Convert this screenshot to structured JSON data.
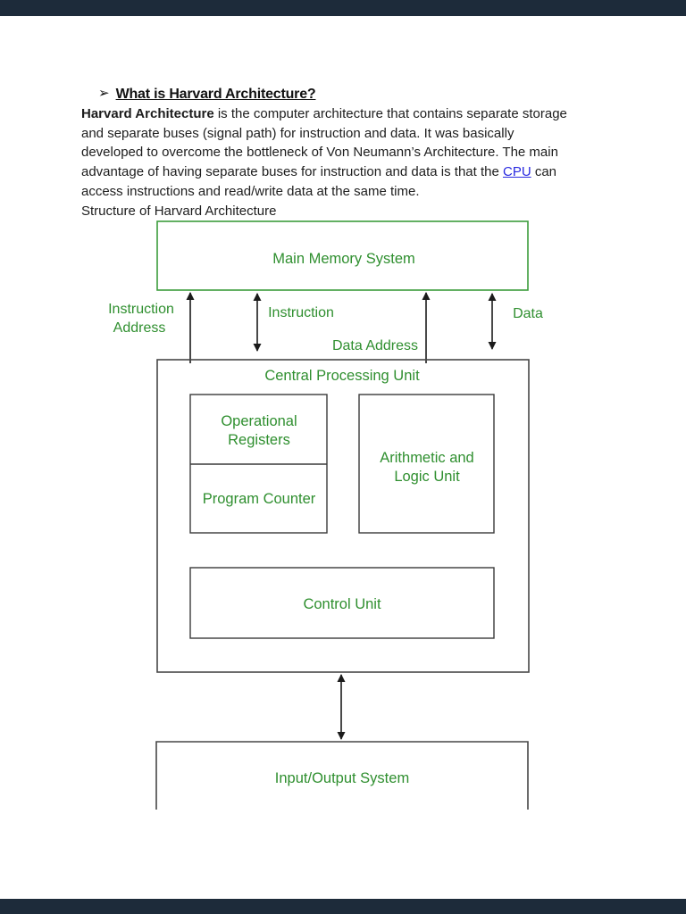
{
  "article": {
    "heading": {
      "bullet": "➢",
      "text": "What is Harvard Architecture?"
    },
    "lines": [
      {
        "bold": "Harvard Architecture",
        "rest": " is the computer architecture that contains separate storage"
      },
      {
        "text": "and separate buses (signal path) for instruction and data. It was basically"
      },
      {
        "text": "developed to overcome the bottleneck of Von Neumann’s Architecture. The main"
      },
      {
        "pre": "advantage of having separate buses for instruction and data is that the ",
        "link": "CPU",
        "post": " can"
      },
      {
        "text": "access instructions and read/write data at the same time."
      },
      {
        "text": "Structure of Harvard Architecture"
      }
    ]
  },
  "diagram": {
    "memory_box": {
      "label": "Main Memory System"
    },
    "cpu_box": {
      "title": "Central Processing Unit"
    },
    "registers_box": {
      "line1": "Operational",
      "line2": "Registers"
    },
    "program_counter_box": {
      "label": "Program Counter"
    },
    "alu_box": {
      "line1": "Arithmetic and",
      "line2": "Logic Unit"
    },
    "control_unit_box": {
      "label": "Control Unit"
    },
    "io_box": {
      "label": "Input/Output System"
    },
    "bus_labels": {
      "instruction_address_line1": "Instruction",
      "instruction_address_line2": "Address",
      "instruction": "Instruction",
      "data_address": "Data Address",
      "data": "Data"
    },
    "colors": {
      "diagram_green": "#2f8f2f",
      "box_border_green": "#3c9d3c",
      "box_border_dark": "#474747",
      "arrow_black": "#1b1b1b",
      "link_blue": "#2a2ae0",
      "frame_bar": "#1d2b3a"
    }
  }
}
